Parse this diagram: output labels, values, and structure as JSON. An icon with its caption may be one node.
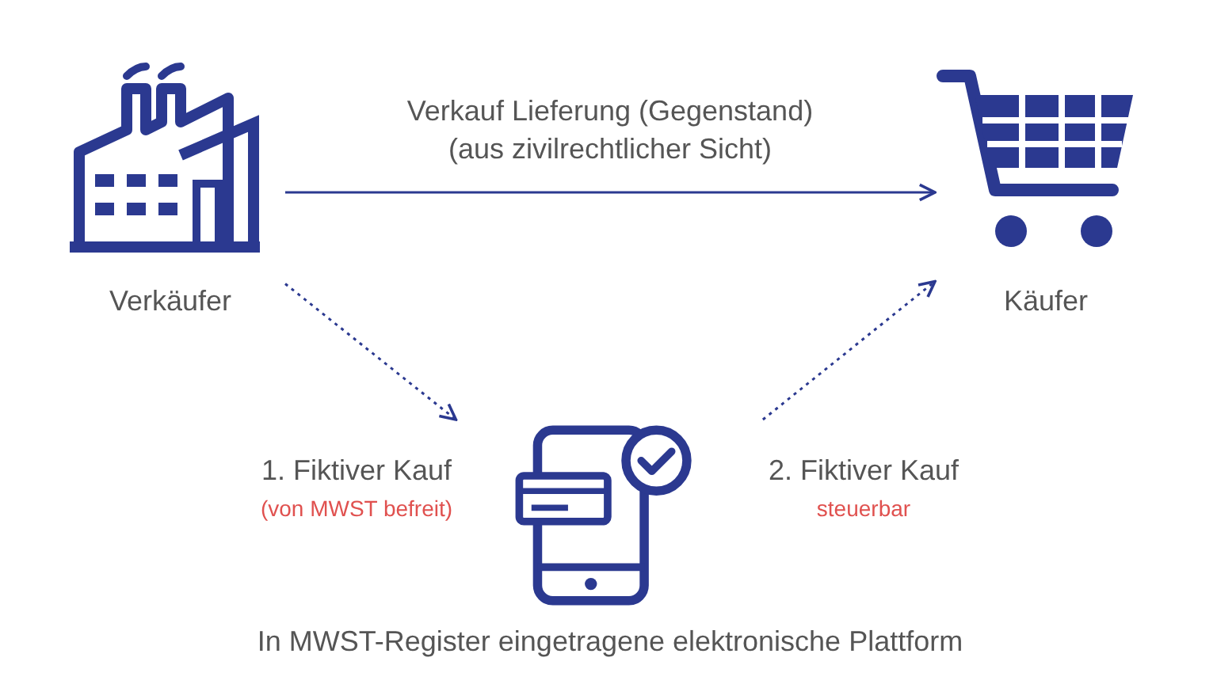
{
  "diagram": {
    "nodes": [
      {
        "text": [
          "Verkäufer"
        ]
      },
      {
        "text": [
          "Käufer"
        ]
      },
      {
        "text": [
          "In MWST-Register eingetragene elektronische Plattform"
        ]
      }
    ],
    "edges": [
      {
        "from": 0,
        "to": 1,
        "arrow": "to",
        "label": "Verkauf Lieferung (Gegenstand) (aus zivilrechtlicher Sicht)"
      },
      {
        "from": 0,
        "to": 2,
        "arrow": "to",
        "style": "dashed"
      },
      {
        "from": 2,
        "to": 1,
        "arrow": "to",
        "style": "dashed"
      }
    ],
    "labels": [
      "1. Fiktiver Kauf",
      "(von MWST befreit)",
      "2. Fiktiver Kauf",
      "steuerbar"
    ]
  }
}
